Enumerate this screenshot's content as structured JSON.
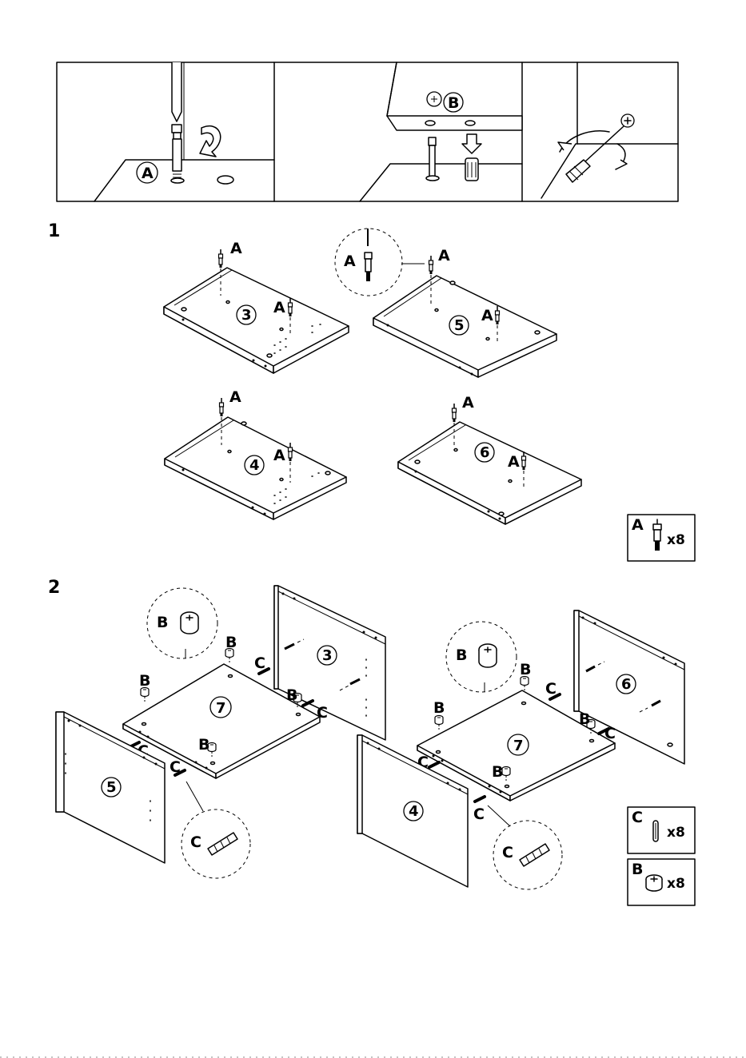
{
  "steps": {
    "step1": "1",
    "step2": "2"
  },
  "hardware": {
    "a": "A",
    "b": "B",
    "c": "C"
  },
  "parts": {
    "p3": "3",
    "p4": "4",
    "p5": "5",
    "p6": "6",
    "p7": "7"
  },
  "quantities": {
    "a_qty": "x8",
    "b_qty": "x8",
    "c_qty": "x8"
  },
  "icons": [
    "screwdriver-icon",
    "rotate-arrow-icon",
    "down-arrow-icon",
    "cam-lock-icon",
    "cam-bolt-icon",
    "wood-dowel-icon"
  ]
}
